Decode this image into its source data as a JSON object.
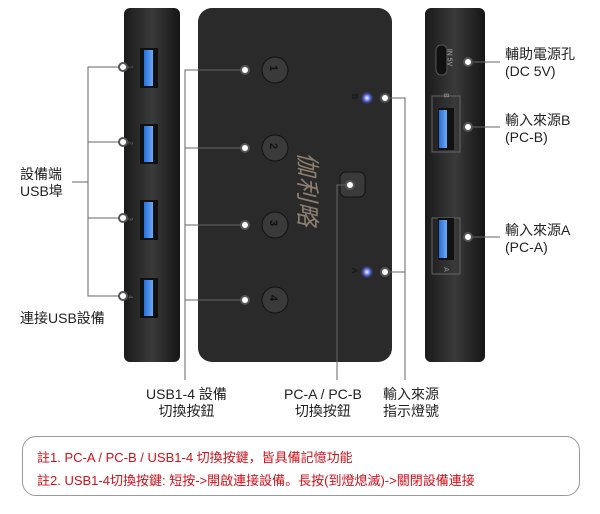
{
  "labels": {
    "device_ports": "設備端\nUSB埠",
    "connect_usb": "連接USB設備",
    "usb_buttons": "USB1-4 設備\n切換按鈕",
    "pc_switch": "PC-A / PC-B\n切換按鈕",
    "indicator": "輸入來源\n指示燈號",
    "power": "輔助電源孔\n(DC 5V)",
    "input_b": "輸入來源B\n(PC-B)",
    "input_a": "輸入來源A\n(PC-A)"
  },
  "device": {
    "buttons": [
      "1",
      "2",
      "3",
      "4"
    ],
    "led_b": "B",
    "led_a": "A",
    "logo": "伽利略",
    "port_power": "IN 5V",
    "port_b": "B",
    "port_a": "A",
    "side_ports": [
      "1",
      "2",
      "3",
      "4"
    ],
    "led_color": "#3a4cff"
  },
  "notes": [
    "註1. PC-A / PC-B / USB1-4 切換按鍵，皆具備記憶功能",
    "註2. USB1-4切換按鍵: 短按->開啟連接設備。長按(到燈熄滅)->關閉設備連接"
  ]
}
